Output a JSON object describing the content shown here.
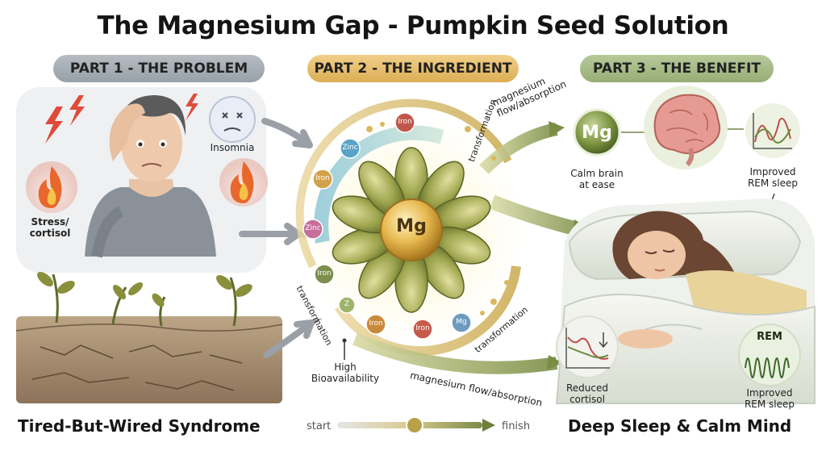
{
  "title": "The Magnesium Gap - Pumpkin Seed Solution",
  "parts": [
    {
      "label": "PART 1 - THE PROBLEM"
    },
    {
      "label": "PART 2 - THE INGREDIENT"
    },
    {
      "label": "PART 3 - THE BENEFIT"
    }
  ],
  "problem": {
    "insomnia": "Insomnia",
    "stress_line1": "Stress/",
    "stress_line2": "cortisol",
    "footer": "Tired-But-Wired Syndrome"
  },
  "ingredient": {
    "center": "Mg",
    "minerals": [
      "Zinc",
      "Iron",
      "Iron",
      "Zinc",
      "Iron",
      "Z",
      "Iron",
      "Iron",
      "Mg"
    ],
    "flow_top_line1": "magnesium",
    "flow_top_line2": "flow/absorption",
    "flow_bottom": "magnesium flow/absorption",
    "transformation_left": "transformation",
    "transformation_right": "transformation",
    "transformation_top": "transformation",
    "bioavail_line1": "High",
    "bioavail_line2": "Bioavailability"
  },
  "benefit": {
    "mg_badge": "Mg",
    "calm_line1": "Calm brain",
    "calm_line2": "at ease",
    "rem_top_line1": "Improved",
    "rem_top_line2": "REM sleep",
    "cortisol_line1": "Reduced",
    "cortisol_line2": "cortisol",
    "rem_label": "REM",
    "rem_bottom_line1": "Improved",
    "rem_bottom_line2": "REM sleep",
    "footer": "Deep Sleep & Calm Mind"
  },
  "progress": {
    "start": "start",
    "finish": "finish"
  },
  "colors": {
    "problem_pill": "#a8aeb5",
    "ingredient_pill": "#e5bd6c",
    "benefit_pill": "#a5ba86",
    "flow_green": "#8a9a5a",
    "seed_green": "#8f9a4a",
    "mg_gold": "#d9a640"
  }
}
